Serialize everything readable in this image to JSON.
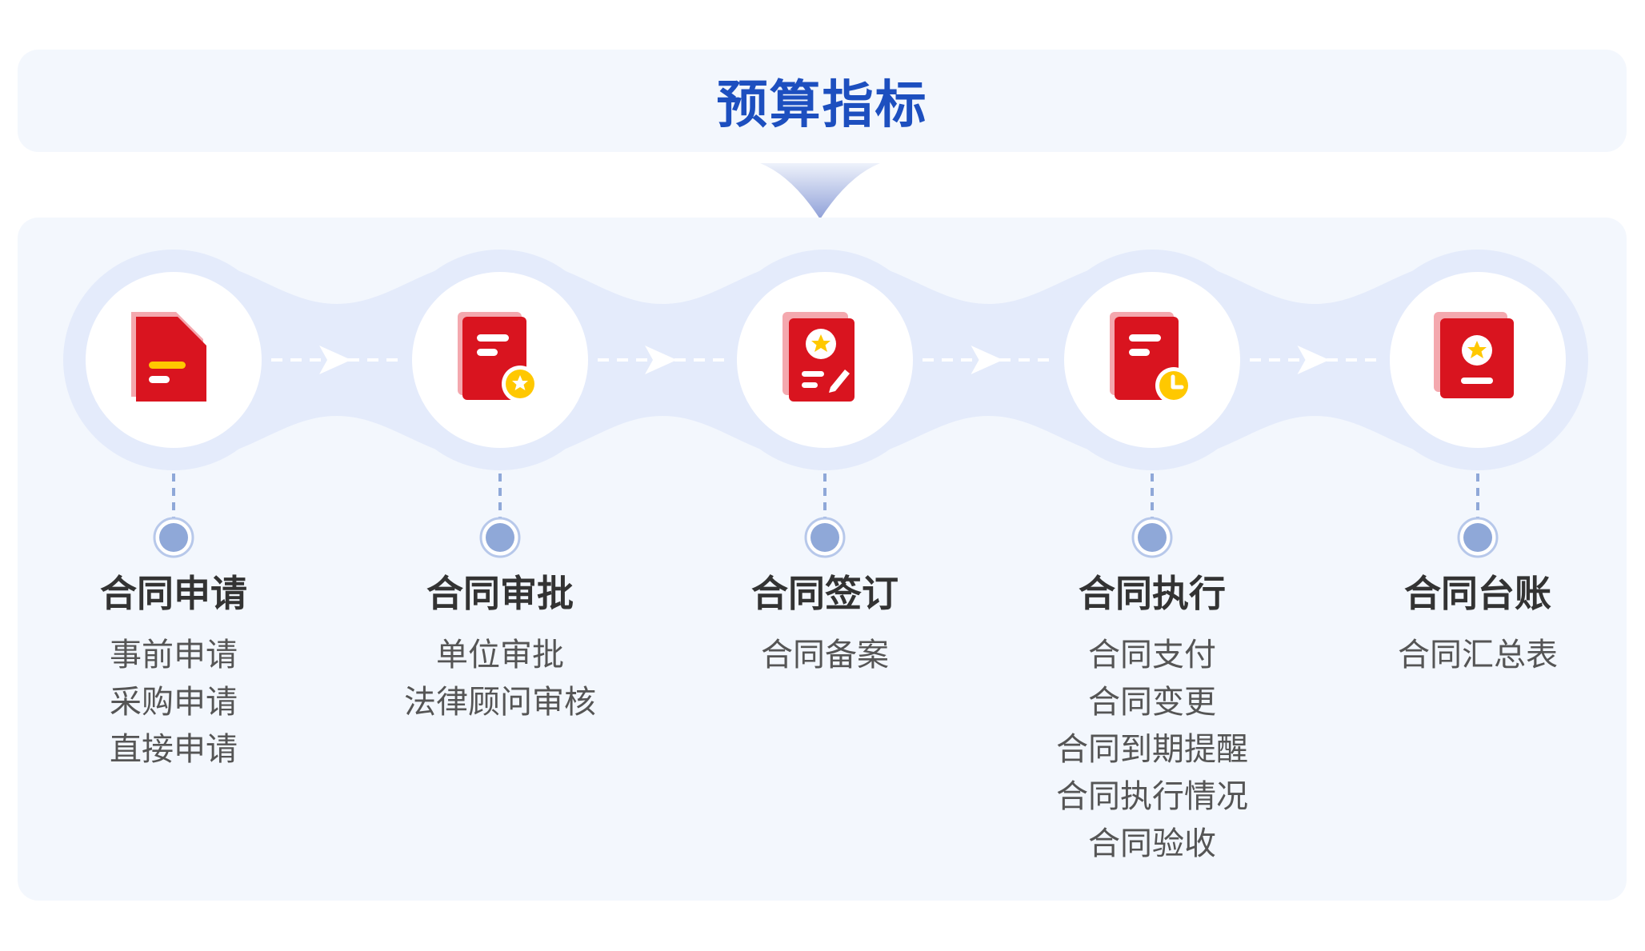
{
  "header": {
    "title": "预算指标"
  },
  "stages": [
    {
      "title": "合同申请",
      "icon": "document-icon",
      "items": [
        "事前申请",
        "采购申请",
        "直接申请"
      ]
    },
    {
      "title": "合同审批",
      "icon": "approval-document-icon",
      "items": [
        "单位审批",
        "法律顾问审核"
      ]
    },
    {
      "title": "合同签订",
      "icon": "signed-certificate-icon",
      "items": [
        "合同备案"
      ]
    },
    {
      "title": "合同执行",
      "icon": "document-clock-icon",
      "items": [
        "合同支付",
        "合同变更",
        "合同到期提醒",
        "合同执行情况",
        "合同验收"
      ]
    },
    {
      "title": "合同台账",
      "icon": "ledger-book-icon",
      "items": [
        "合同汇总表"
      ]
    }
  ],
  "colors": {
    "title_blue": "#1d4fbf",
    "icon_red": "#d9141f",
    "icon_pink": "#f4a8ae",
    "icon_yellow": "#ffc800",
    "node_blue": "#8fa8d8"
  }
}
